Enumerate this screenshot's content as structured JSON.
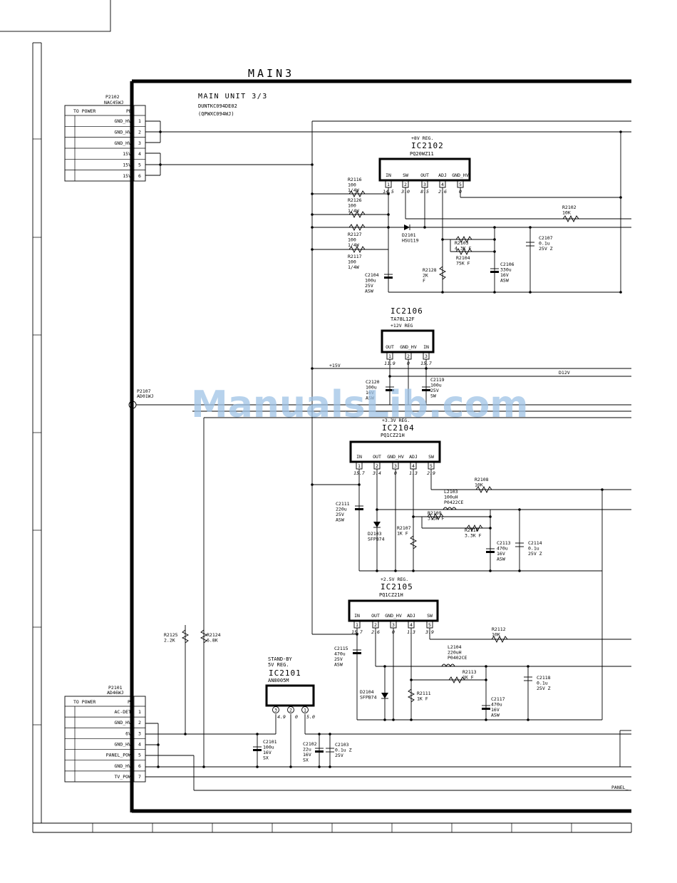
{
  "sheet": {
    "title": "MAIN3",
    "unit_title": "MAIN UNIT 3/3",
    "unit_code": "DUNTKC094DE02",
    "unit_code2": "(QPWXC094WJ)",
    "watermark": "ManualsLib.com"
  },
  "connectors": [
    {
      "ref": "P2102",
      "type": "NAC45WJ",
      "header_left": "TO POWER",
      "header_right": "PB",
      "pins": [
        {
          "n": "1",
          "name": "GND_HV"
        },
        {
          "n": "2",
          "name": "GND_HV"
        },
        {
          "n": "3",
          "name": "GND_HV"
        },
        {
          "n": "4",
          "name": "15V"
        },
        {
          "n": "5",
          "name": "15V"
        },
        {
          "n": "6",
          "name": "15V"
        }
      ]
    },
    {
      "ref": "P2101",
      "type": "AD46WJ",
      "header_left": "TO POWER",
      "header_right": "PA",
      "pins": [
        {
          "n": "1",
          "name": "AC-DET"
        },
        {
          "n": "2",
          "name": "GND_HV"
        },
        {
          "n": "3",
          "name": "6V"
        },
        {
          "n": "4",
          "name": "GND_HV"
        },
        {
          "n": "5",
          "name": "PANEL_POW"
        },
        {
          "n": "6",
          "name": "GND_HV"
        },
        {
          "n": "7",
          "name": "TV_POW"
        }
      ]
    }
  ],
  "ics": [
    {
      "ref": "IC2102",
      "part": "PQ20WZ11",
      "desc": "+8V REG.",
      "pins": [
        "IN",
        "SW",
        "OUT",
        "ADJ",
        "GND_HV"
      ],
      "nums": [
        "1",
        "2",
        "3",
        "4",
        "5"
      ],
      "volts": [
        "14.5",
        "3.0",
        "8.5",
        "2.6",
        "0"
      ]
    },
    {
      "ref": "IC2106",
      "part": "TA78L12F",
      "desc": "+12V REG",
      "pins": [
        "OUT",
        "GND_HV",
        "IN"
      ],
      "nums": [
        "1",
        "2",
        "3"
      ],
      "volts": [
        "11.9",
        "0",
        "15.7"
      ]
    },
    {
      "ref": "IC2104",
      "part": "PQ1CZ21H",
      "desc": "+3.3V REG.",
      "pins": [
        "IN",
        "OUT",
        "GND_HV",
        "ADJ",
        "SW"
      ],
      "nums": [
        "1",
        "2",
        "3",
        "4",
        "5"
      ],
      "volts": [
        "15.7",
        "3.4",
        "0",
        "1.3",
        "2.9"
      ]
    },
    {
      "ref": "IC2105",
      "part": "PQ1CZ21H",
      "desc": "+2.5V REG.",
      "pins": [
        "IN",
        "OUT",
        "GND_HV",
        "ADJ",
        "SW"
      ],
      "nums": [
        "1",
        "2",
        "3",
        "4",
        "5"
      ],
      "volts": [
        "15.7",
        "2.6",
        "0",
        "1.3",
        "3.9"
      ]
    },
    {
      "ref": "IC2101",
      "part": "AN8005M",
      "desc1": "STAND-BY",
      "desc2": "5V REG.",
      "nums": [
        "3",
        "2",
        "1"
      ],
      "volts": [
        "4.9",
        "0",
        "5.0"
      ]
    }
  ],
  "components": {
    "r2116": [
      "R2116",
      "100",
      "1/4W"
    ],
    "r2126": [
      "R2126",
      "100",
      "1/4W"
    ],
    "r2127": [
      "R2127",
      "100",
      "1/4W"
    ],
    "r2117": [
      "R2117",
      "100",
      "1/4W"
    ],
    "d2101": [
      "D2101",
      "HSU119"
    ],
    "r2103": [
      "R2103",
      "4.3K F"
    ],
    "r2104": [
      "R2104",
      "75K F"
    ],
    "r2128": [
      "R2128",
      "2K",
      "F"
    ],
    "c2104": [
      "C2104",
      "100u",
      "25V",
      "ASW"
    ],
    "c2106": [
      "C2106",
      "330u",
      "16V",
      "ASW"
    ],
    "c2107": [
      "C2107",
      "0.1u",
      "25V Z"
    ],
    "r2102": [
      "R2102",
      "10K"
    ],
    "c2120": [
      "C2120",
      "100u",
      "16V",
      "ASW"
    ],
    "c2119": [
      "C2119",
      "100u",
      "25V",
      "SW"
    ],
    "c2111": [
      "C2111",
      "220u",
      "25V",
      "ASW"
    ],
    "d2103": [
      "D2103",
      "SFPB74"
    ],
    "r2107": [
      "R2107",
      "1K F"
    ],
    "l2103": [
      "L2103",
      "100uH",
      "P0422CE"
    ],
    "r2109": [
      "R2109",
      "3.3K F"
    ],
    "r2110": [
      "R2110",
      "3.3K F"
    ],
    "r2108": [
      "R2108",
      "10K"
    ],
    "c2113": [
      "C2113",
      "470u",
      "16V",
      "ASW"
    ],
    "c2114": [
      "C2114",
      "0.1u",
      "25V Z"
    ],
    "c2115": [
      "C2115",
      "470u",
      "25V",
      "ASW"
    ],
    "d2104": [
      "D2104",
      "SFPB74"
    ],
    "r2111": [
      "R2111",
      "1K F"
    ],
    "l2104": [
      "L2104",
      "220uH",
      "P0402CE"
    ],
    "r2113": [
      "R2113",
      "1K F"
    ],
    "r2112": [
      "R2112",
      "10K"
    ],
    "c2117": [
      "C2117",
      "470u",
      "16V",
      "ASW"
    ],
    "c2118": [
      "C2118",
      "0.1u",
      "25V Z"
    ],
    "r2125": [
      "R2125",
      "2.2K"
    ],
    "r2124": [
      "R2124",
      "6.8K"
    ],
    "c2101": [
      "C2101",
      "100u",
      "16V",
      "SX"
    ],
    "c2102": [
      "C2102",
      "22u",
      "16V",
      "SX"
    ],
    "c2103": [
      "C2103",
      "0.1u Z",
      "25V"
    ]
  },
  "nets": {
    "p15v": "+15V",
    "d12v": "D12V",
    "panel": "PANEL_",
    "p2107_ref": "P2107",
    "p2107_type": "AD01WJ"
  }
}
